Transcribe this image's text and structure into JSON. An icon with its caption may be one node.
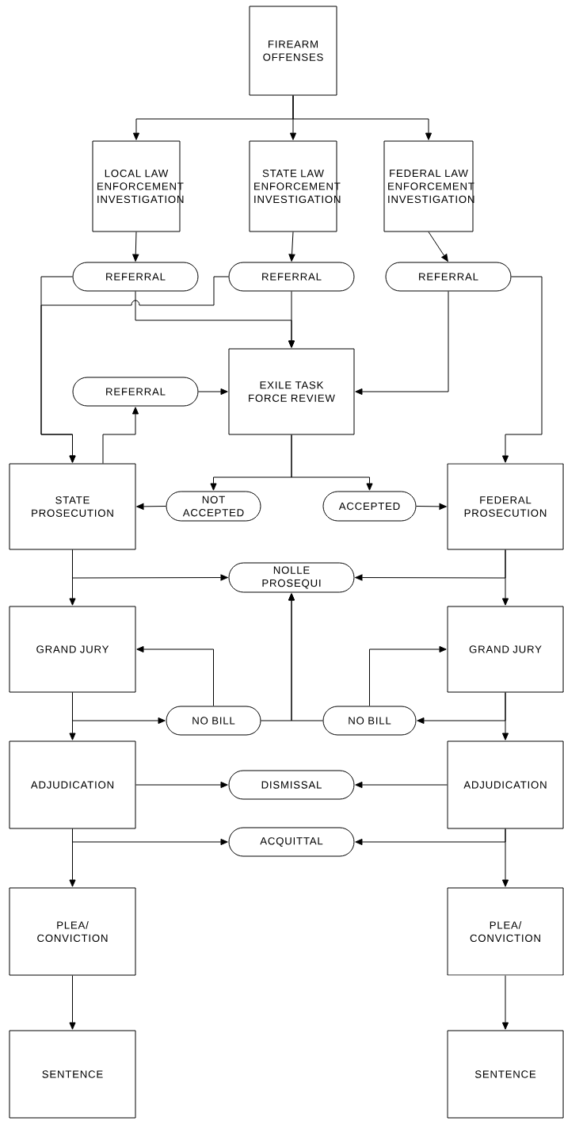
{
  "diagram": {
    "nodes": [
      {
        "text": [
          "FIREARM OFFENSES"
        ]
      },
      {
        "text": [
          "LOCAL LAW ENFORCEMENT INVESTIGATION"
        ]
      },
      {
        "text": [
          "STATE LAW ENFORCEMENT INVESTIGATION"
        ]
      },
      {
        "text": [
          "FEDERAL LAW ENFORCEMENT INVESTIGATION"
        ]
      },
      {
        "text": [
          "REFERRAL"
        ]
      },
      {
        "text": [
          "REFERRAL"
        ]
      },
      {
        "text": [
          "REFERRAL"
        ]
      },
      {
        "text": [
          "REFERRAL"
        ]
      },
      {
        "text": [
          "EXILE TASK FORCE REVIEW"
        ]
      },
      {
        "text": [
          "STATE PROSECUTION"
        ]
      },
      {
        "text": [
          "NOT ACCEPTED"
        ]
      },
      {
        "text": [
          "ACCEPTED"
        ]
      },
      {
        "text": [
          "FEDERAL PROSECUTION"
        ]
      },
      {
        "text": [
          "NOLLE PROSEQUI"
        ]
      },
      {
        "text": [
          "GRAND JURY"
        ]
      },
      {
        "text": [
          "GRAND JURY"
        ]
      },
      {
        "text": [
          "NO BILL"
        ]
      },
      {
        "text": [
          "NO BILL"
        ]
      },
      {
        "text": [
          "ADJUDICATION"
        ]
      },
      {
        "text": [
          "DISMISSAL"
        ]
      },
      {
        "text": [
          "ADJUDICATION"
        ]
      },
      {
        "text": [
          "ACQUITTAL"
        ]
      },
      {
        "text": [
          "PLEA/ CONVICTION"
        ]
      },
      {
        "text": [
          "PLEA/ CONVICTION"
        ]
      },
      {
        "text": [
          "SENTENCE"
        ]
      },
      {
        "text": [
          "SENTENCE"
        ]
      }
    ],
    "edges": [
      {
        "from": 0,
        "to": 1,
        "arrow": "to"
      },
      {
        "from": 0,
        "to": 2,
        "arrow": "to"
      },
      {
        "from": 0,
        "to": 3,
        "arrow": "to"
      },
      {
        "from": 1,
        "to": 4,
        "arrow": "to"
      },
      {
        "from": 2,
        "to": 5,
        "arrow": "to"
      },
      {
        "from": 3,
        "to": 6,
        "arrow": "to"
      },
      {
        "from": 4,
        "to": 9,
        "arrow": "to"
      },
      {
        "from": 5,
        "to": 9,
        "arrow": "to"
      },
      {
        "from": 4,
        "to": 8,
        "arrow": "to"
      },
      {
        "from": 5,
        "to": 8,
        "arrow": "to"
      },
      {
        "from": 6,
        "to": 8,
        "arrow": "to"
      },
      {
        "from": 6,
        "to": 12,
        "arrow": "to"
      },
      {
        "from": 9,
        "to": 7,
        "arrow": "to"
      },
      {
        "from": 7,
        "to": 8,
        "arrow": "to"
      },
      {
        "from": 8,
        "to": 10,
        "arrow": "to"
      },
      {
        "from": 8,
        "to": 11,
        "arrow": "to"
      },
      {
        "from": 10,
        "to": 9,
        "arrow": "to"
      },
      {
        "from": 11,
        "to": 12,
        "arrow": "to"
      },
      {
        "from": 9,
        "to": 13,
        "arrow": "to"
      },
      {
        "from": 9,
        "to": 14,
        "arrow": "to"
      },
      {
        "from": 12,
        "to": 13,
        "arrow": "to"
      },
      {
        "from": 12,
        "to": 15,
        "arrow": "to"
      },
      {
        "from": 14,
        "to": 16,
        "arrow": "to"
      },
      {
        "from": 14,
        "to": 18,
        "arrow": "to"
      },
      {
        "from": 16,
        "to": 14,
        "arrow": "to"
      },
      {
        "from": 16,
        "to": 13,
        "arrow": "to"
      },
      {
        "from": 17,
        "to": 13,
        "arrow": "to"
      },
      {
        "from": 17,
        "to": 15,
        "arrow": "to"
      },
      {
        "from": 15,
        "to": 17,
        "arrow": "to"
      },
      {
        "from": 15,
        "to": 20,
        "arrow": "to"
      },
      {
        "from": 18,
        "to": 19,
        "arrow": "to"
      },
      {
        "from": 20,
        "to": 19,
        "arrow": "to"
      },
      {
        "from": 18,
        "to": 21,
        "arrow": "to"
      },
      {
        "from": 18,
        "to": 22,
        "arrow": "to"
      },
      {
        "from": 20,
        "to": 21,
        "arrow": "to"
      },
      {
        "from": 20,
        "to": 23,
        "arrow": "to"
      },
      {
        "from": 22,
        "to": 24,
        "arrow": "to"
      },
      {
        "from": 23,
        "to": 25,
        "arrow": "to"
      }
    ]
  }
}
